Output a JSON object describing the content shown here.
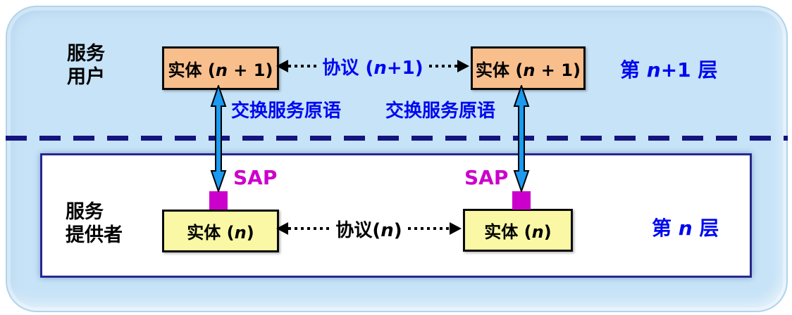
{
  "diagram": {
    "service_user": {
      "line1": "服务",
      "line2": "用户"
    },
    "service_provider": {
      "line1": "服务",
      "line2": "提供者"
    },
    "layer_upper_label": {
      "pre": "第 ",
      "var": "n",
      "post": "+1 层"
    },
    "layer_lower_label": {
      "pre": "第 ",
      "var": "n",
      "post": " 层"
    },
    "entity_upper": {
      "pre": "实体 (",
      "var": "n",
      "post": " + 1)"
    },
    "entity_lower": {
      "pre": "实体 (",
      "var": "n",
      "post": ")"
    },
    "protocol_upper": {
      "pre": "协议 (",
      "var": "n",
      "post": "+1)"
    },
    "protocol_lower": {
      "pre": "协议(",
      "var": "n",
      "post": ")"
    },
    "sap_label": "SAP",
    "primitives_label": "交换服务原语"
  },
  "colors": {
    "container_bg": "#C7E3F7",
    "entity_upper_bg": "#F8BE8C",
    "entity_lower_bg": "#FAF8A4",
    "sap": "#CC00CC",
    "arrow_blue": "#1B9AF0",
    "blue_text": "#0008F0",
    "boundary_navy": "#14147E"
  }
}
